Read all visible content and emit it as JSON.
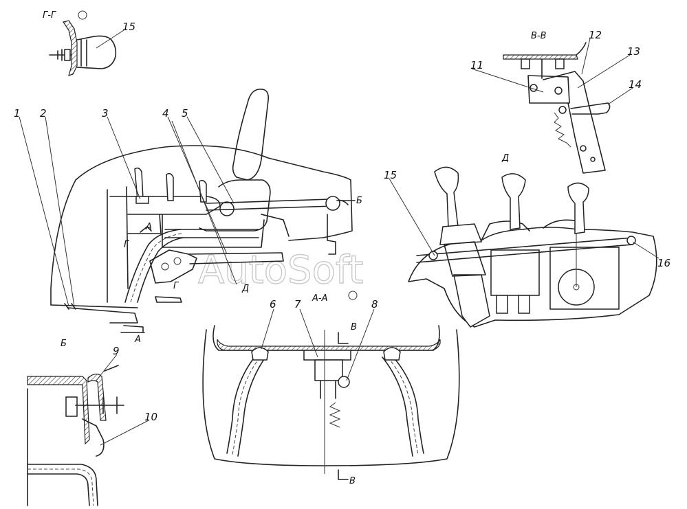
{
  "watermark": "AutoSoft",
  "callouts": [
    "1",
    "2",
    "3",
    "4",
    "5",
    "6",
    "7",
    "8",
    "9",
    "10",
    "11",
    "12",
    "13",
    "14",
    "15",
    "15",
    "16"
  ],
  "sections": {
    "g_g": "Г-Г",
    "v_v": "В-В",
    "a_a": "А-А",
    "b": "Б",
    "d": "Д",
    "a_mark": "А",
    "a_mark_2": "А",
    "g_mark": "Г",
    "g_mark_2": "Г",
    "b_mark": "Б",
    "d_mark": "Д",
    "v_mark": "В",
    "v_mark_2": "В"
  },
  "colors": {
    "line": "#222222",
    "background": "#ffffff",
    "watermark": "#c9c9c9"
  }
}
